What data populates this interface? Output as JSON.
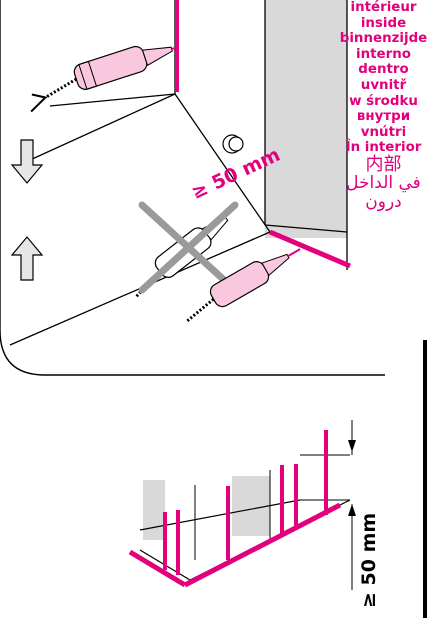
{
  "languages": [
    "intérieur",
    "inside",
    "binnenzijde",
    "interno",
    "dentro",
    "uvnitř",
    "w środku",
    "внутри",
    "vnútri",
    "În interior",
    "内部",
    "في الداخل",
    "درون"
  ],
  "dimension_top": "≥ 50 mm",
  "dimension_bottom": "≥ 50 mm",
  "colors": {
    "accent": "#e3007d",
    "pink_fill": "#f9c8df",
    "wall_grey": "#d9d9d9"
  }
}
